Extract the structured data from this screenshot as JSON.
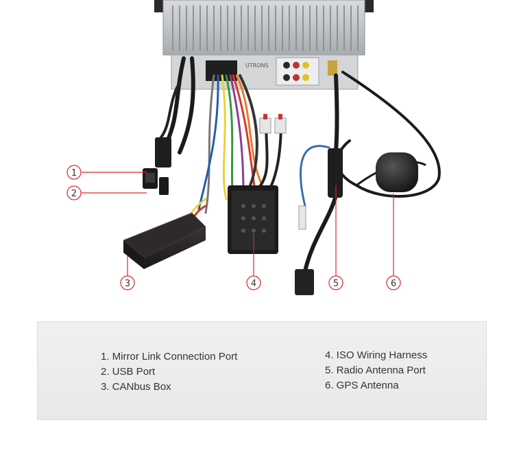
{
  "callouts": [
    {
      "number": "1",
      "target": "mirror-link-connection-port"
    },
    {
      "number": "2",
      "target": "usb-port"
    },
    {
      "number": "3",
      "target": "canbus-box"
    },
    {
      "number": "4",
      "target": "iso-wiring-harness"
    },
    {
      "number": "5",
      "target": "radio-antenna-port"
    },
    {
      "number": "6",
      "target": "gps-antenna"
    }
  ],
  "head_unit_label": "UTRONS",
  "legend": {
    "left": [
      "1. Mirror Link Connection Port",
      "2. USB Port",
      "3. CANbus Box"
    ],
    "right": [
      "4. ISO Wiring Harness",
      "5. Radio Antenna Port",
      "6. GPS Antenna"
    ]
  },
  "colors": {
    "callout_stroke": "#d9262c",
    "head_unit": "#c9cbcd",
    "cable": "#1b1b1b",
    "legend_bg": "#ececec"
  }
}
